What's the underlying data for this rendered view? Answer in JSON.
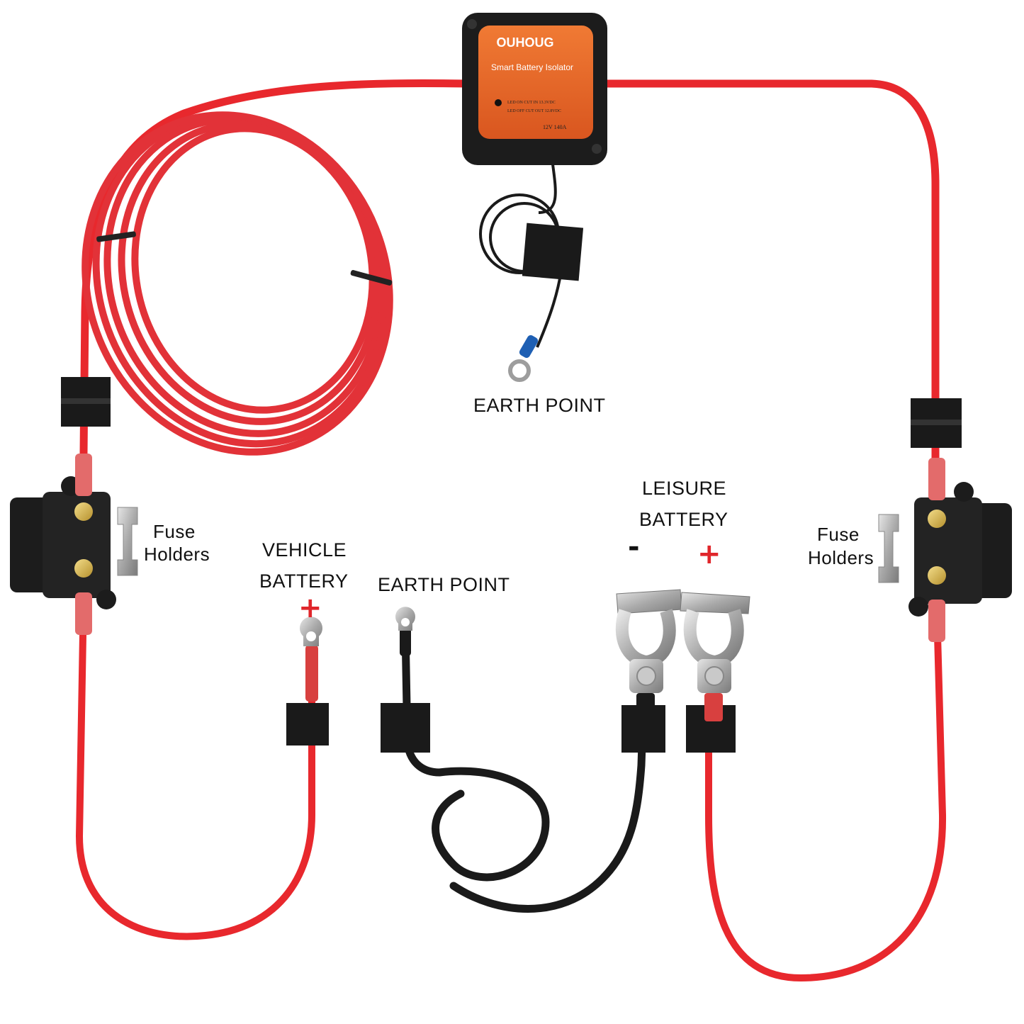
{
  "isolator": {
    "brand": "OUHOUG",
    "product_name": "Smart Battery Isolator",
    "spec_line_1": "LED ON  CUT IN  13.3VDC",
    "spec_line_2": "LED OFF CUT OUT 12.8VDC",
    "rating": "12V 140A"
  },
  "labels": {
    "earth_point_top": "EARTH POINT",
    "earth_point_bottom": "EARTH POINT",
    "leisure_battery_line1": "LEISURE",
    "leisure_battery_line2": "BATTERY",
    "vehicle_battery_line1": "VEHICLE",
    "vehicle_battery_line2": "BATTERY",
    "fuse_left_line1": "Fuse",
    "fuse_left_line2": "Holders",
    "fuse_right_line1": "Fuse",
    "fuse_right_line2": "Holders",
    "minus_sign": "-",
    "plus_sign_leisure": "+",
    "plus_sign_vehicle": "+"
  },
  "colors": {
    "red_cable": "#e8282d",
    "black_cable": "#1a1a1a",
    "isolator_orange": "#e8682a",
    "plus_sign": "#e0262b"
  }
}
